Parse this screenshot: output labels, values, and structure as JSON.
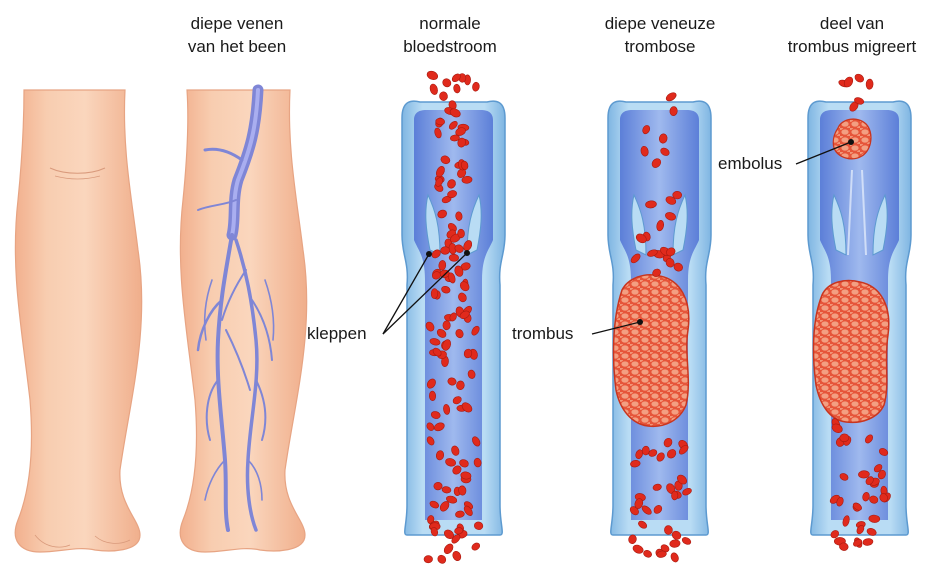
{
  "captions": {
    "deep_veins": [
      "diepe venen",
      "van het been"
    ],
    "normal_flow": [
      "normale",
      "bloedstroom"
    ],
    "dvt": [
      "diepe veneuze",
      "trombose"
    ],
    "migration": [
      "deel van",
      "trombus migreert"
    ]
  },
  "labels": {
    "valves": "kleppen",
    "thrombus": "trombus",
    "embolus": "embolus"
  },
  "colors": {
    "skin": "#f6c1a0",
    "skin_shadow": "#e8a888",
    "vein": "#7f86d6",
    "vessel_outer": "#a9d4f0",
    "vessel_lumen": "#6f8fe0",
    "blood_cell": "#e02a1c",
    "clot": "#d9402b"
  }
}
